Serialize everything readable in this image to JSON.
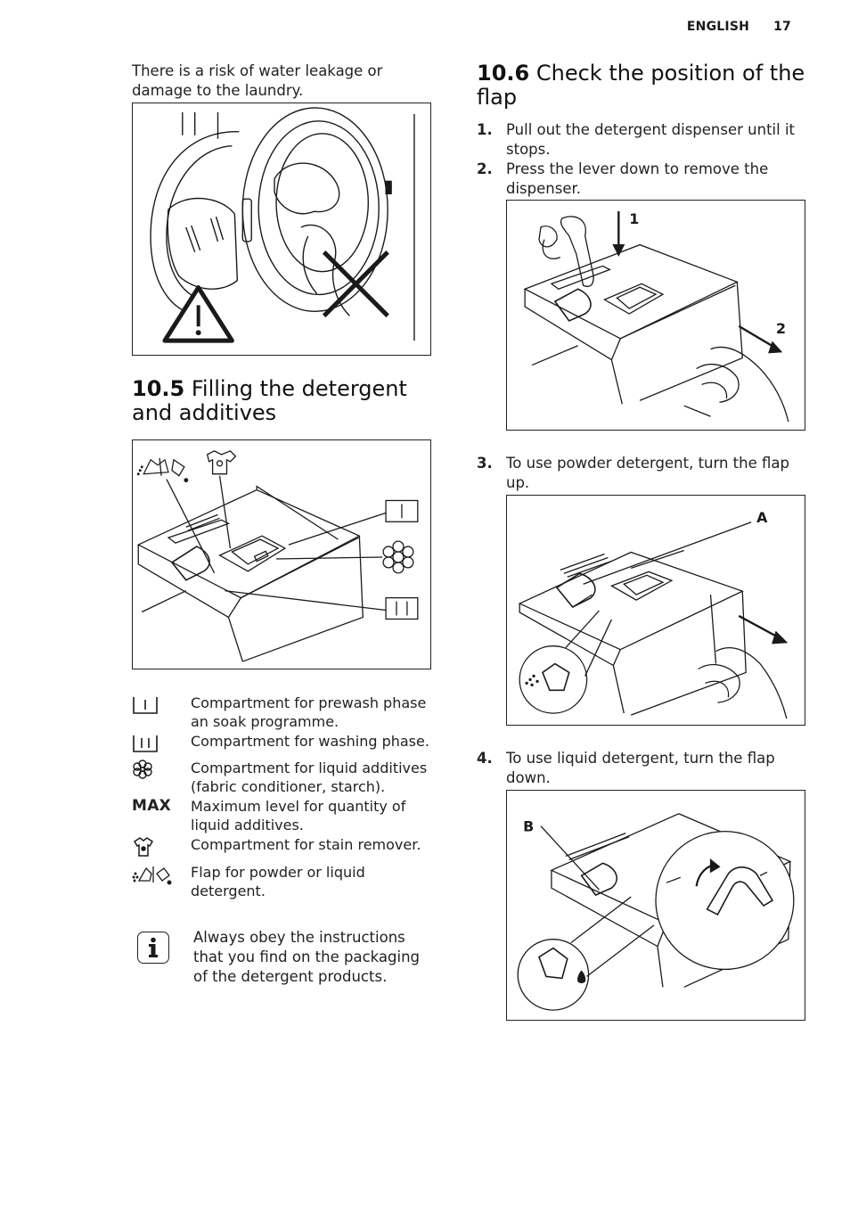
{
  "header": {
    "language": "ENGLISH",
    "page_number": "17"
  },
  "left": {
    "warning_text": "There is a risk of water leakage or damage to the laundry.",
    "section_105": {
      "number": "10.5",
      "title": "Filling the detergent and additives"
    },
    "legend": [
      {
        "icon": "prewash-compartment-icon",
        "text": "Compartment for prewash phase an soak programme."
      },
      {
        "icon": "wash-compartment-icon",
        "text": "Compartment for washing phase."
      },
      {
        "icon": "flower-icon",
        "text": "Compartment for liquid additives (fabric conditioner, starch)."
      },
      {
        "icon": "max-label",
        "label": "MAX",
        "text": "Maximum level for quantity of liquid additives."
      },
      {
        "icon": "shirt-stain-icon",
        "text": "Compartment for stain remover."
      },
      {
        "icon": "powder-liquid-flap-icon",
        "text": "Flap for powder or liquid detergent."
      }
    ],
    "info_note": "Always obey the instructions that you find on the packaging of the detergent products."
  },
  "right": {
    "section_106": {
      "number": "10.6",
      "title": "Check the position of the flap"
    },
    "steps": [
      {
        "n": "1.",
        "text": "Pull out the detergent dispenser until it stops."
      },
      {
        "n": "2.",
        "text": "Press the lever down to remove the dispenser."
      },
      {
        "n": "3.",
        "text": "To use powder detergent, turn the flap up."
      },
      {
        "n": "4.",
        "text": "To use liquid detergent, turn the flap down."
      }
    ],
    "fig_labels": {
      "one": "1",
      "two": "2",
      "a": "A",
      "b": "B"
    }
  }
}
